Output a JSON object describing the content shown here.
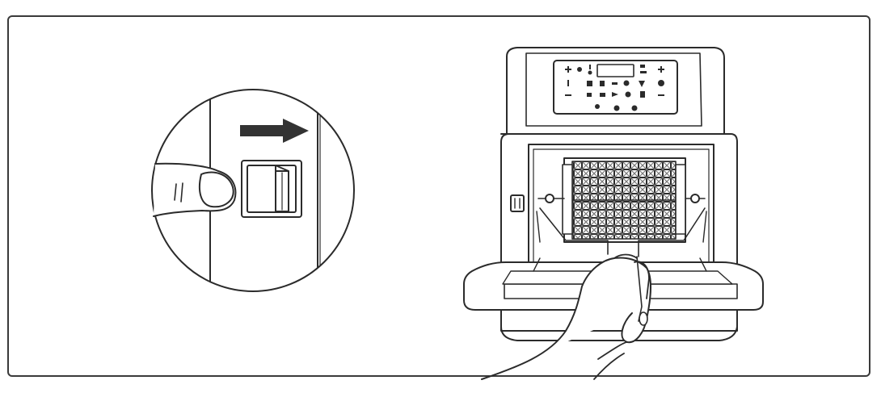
{
  "figure": {
    "panels": [
      "zoom-inset-latch",
      "air-fryer-oven-door-open"
    ],
    "action": "slide-latch-right",
    "colors": {
      "line": "#2b2b2b",
      "arrow": "#333333",
      "mesh": "#7a7a7a",
      "background": "#ffffff"
    },
    "icons": [
      "finger-icon",
      "arrow-right-icon",
      "latch-icon",
      "hand-icon",
      "control-panel-icons",
      "rotisserie-basket-icon"
    ]
  }
}
